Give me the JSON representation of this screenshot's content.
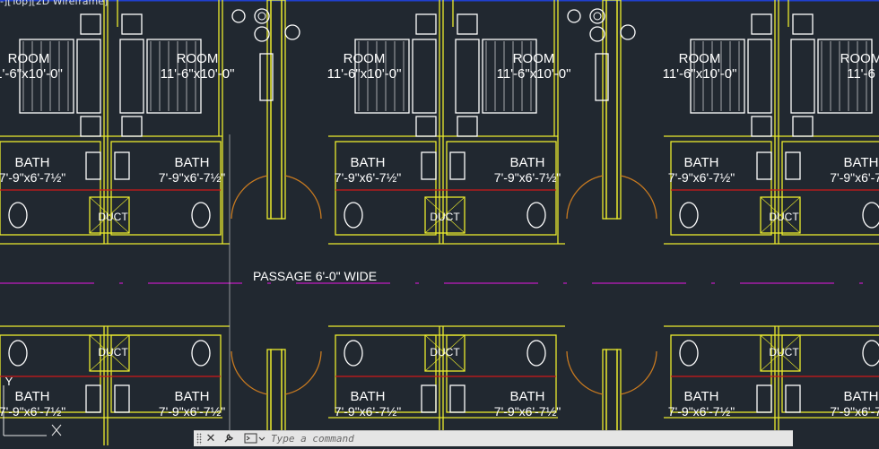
{
  "viewport": {
    "label": "-][Top][2D Wireframe]",
    "background": "#212830",
    "ucs_axis": "Y"
  },
  "colors": {
    "walls": "#ecec2e",
    "furniture": "#ffffff",
    "doors": "#c87a20",
    "passage_line": "#c01cc0",
    "section_line": "#d01818",
    "top_edge": "#2040d0"
  },
  "plan": {
    "room_labels": [
      {
        "name": "ROOM",
        "size": "1'-6\"x10'-0\""
      },
      {
        "name": "ROOM",
        "size": "11'-6\"x10'-0\""
      },
      {
        "name": "ROOM",
        "size": "11'-6\"x10'-0\""
      },
      {
        "name": "ROOM",
        "size": "11'-6\"x10'-0\""
      },
      {
        "name": "ROOM",
        "size": "11'-6\"x10'-0\""
      },
      {
        "name": "ROOM",
        "size": "11'-6"
      }
    ],
    "bath_labels": [
      {
        "name": "BATH",
        "size": "7'-9\"x6'-7½\""
      },
      {
        "name": "BATH",
        "size": "7'-9\"x6'-7½\""
      },
      {
        "name": "BATH",
        "size": "7'-9\"x6'-7½\""
      },
      {
        "name": "BATH",
        "size": "7'-9\"x6'-7½\""
      },
      {
        "name": "BATH",
        "size": "7'-9\"x6'-7½\""
      },
      {
        "name": "BATH",
        "size": "7'-9\"x6'-7½"
      },
      {
        "name": "BATH",
        "size": "7'-9\"x6'-7½\""
      },
      {
        "name": "BATH",
        "size": "7'-9\"x6'-7½\""
      },
      {
        "name": "BATH",
        "size": "7'-9\"x6'-7½\""
      },
      {
        "name": "BATH",
        "size": "7'-9\"x6'-7½\""
      },
      {
        "name": "BATH",
        "size": "7'-9\"x6'-7½\""
      },
      {
        "name": "BATH",
        "size": "7'-9\"x6'-7½"
      }
    ],
    "duct_label": "DUCT",
    "passage_label": "PASSAGE 6'-0\" WIDE"
  },
  "command_line": {
    "placeholder": "Type a command",
    "close_icon": "close-icon",
    "settings_icon": "wrench-icon",
    "prompt_icon": "command-prompt-icon"
  }
}
